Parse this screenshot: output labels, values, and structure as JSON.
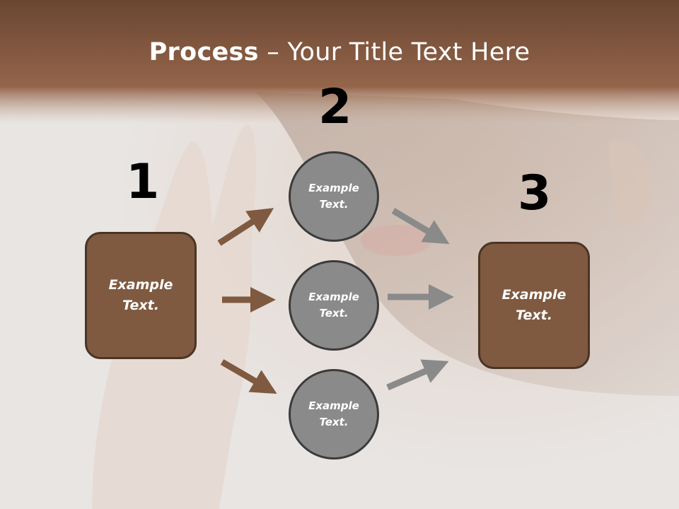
{
  "title": {
    "bold": "Process",
    "separator": " – ",
    "rest": "Your Title Text Here"
  },
  "steps": [
    {
      "number": "1",
      "box_text": "Example Text."
    },
    {
      "number": "2",
      "circles": [
        "Example Text.",
        "Example Text.",
        "Example Text."
      ]
    },
    {
      "number": "3",
      "box_text": "Example Text."
    }
  ],
  "colors": {
    "brown": "#7f5a40",
    "gray": "#8a8a8a",
    "header": "#7a5238"
  }
}
